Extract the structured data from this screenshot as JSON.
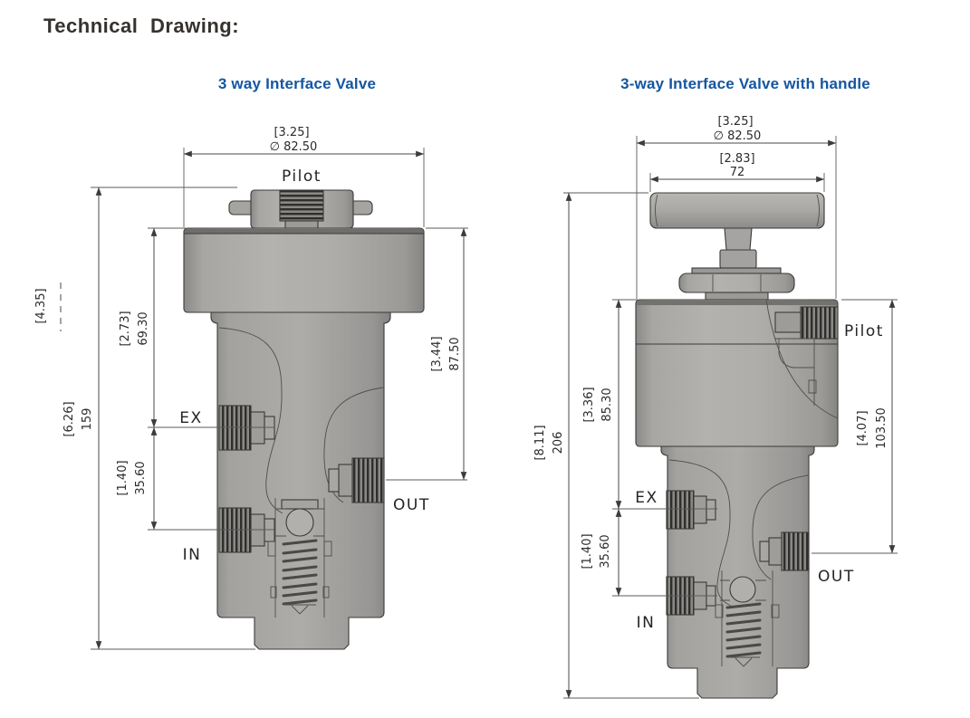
{
  "page": {
    "title": "Technical Drawing:"
  },
  "colors": {
    "accent_blue": "#1456a0",
    "body_gray": "#aaa9a6",
    "line_dark": "#3b3a38",
    "text_dark": "#2b2b2b"
  },
  "figures": {
    "left": {
      "title": "3 way Interface Valve",
      "ports": {
        "pilot": "Pilot",
        "ex": "EX",
        "in": "IN",
        "out": "OUT"
      },
      "dims": {
        "dia_in": "[3.25]",
        "dia_mm": "∅ 82.50",
        "total_in": "[6.26]",
        "total_mm": "159",
        "aux_in": "[4.35]",
        "upper_in": "[2.73]",
        "upper_mm": "69.30",
        "spacing_in": "[1.40]",
        "spacing_mm": "35.60",
        "out_in": "[3.44]",
        "out_mm": "87.50"
      }
    },
    "right": {
      "title": "3-way Interface Valve with handle",
      "ports": {
        "pilot": "Pilot",
        "ex": "EX",
        "in": "IN",
        "out": "OUT"
      },
      "dims": {
        "dia_in": "[3.25]",
        "dia_mm": "∅ 82.50",
        "handle_in": "[2.83]",
        "handle_mm": "72",
        "total_in": "[8.11]",
        "total_mm": "206",
        "upper_in": "[3.36]",
        "upper_mm": "85.30",
        "spacing_in": "[1.40]",
        "spacing_mm": "35.60",
        "pilot_in": "[4.07]",
        "pilot_mm": "103.50"
      }
    }
  }
}
